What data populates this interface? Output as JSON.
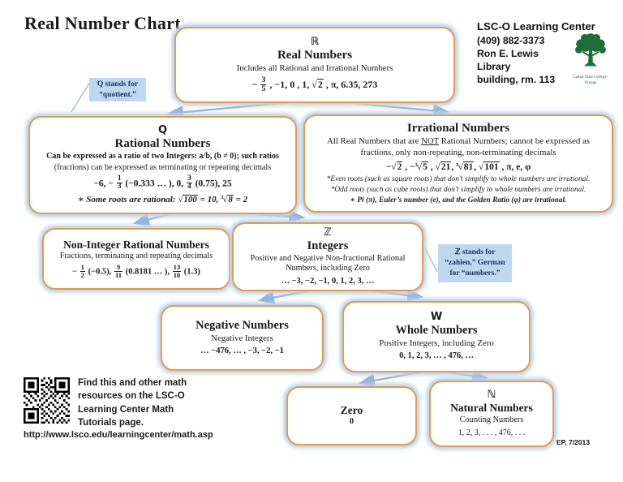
{
  "page": {
    "title": "Real Number Chart",
    "stamp": "EP, 7/2013"
  },
  "colors": {
    "box_border_orange": "#e79b4d",
    "box_glow_blue": "#b9d3ec",
    "arrow_blue": "#94b3d9",
    "callout_bg": "#bdd7ee",
    "logo_green": "#1e6e38"
  },
  "contact": {
    "name": "LSC-O Learning Center",
    "phone": "(409) 882-3373",
    "addr1": "Ron E. Lewis Library",
    "addr2": "building, rm. 113",
    "logo_caption1": "Lamar State College-",
    "logo_caption2": "Orange"
  },
  "callouts": {
    "q": {
      "lines": [
        "Q stands for",
        "“quotient.”"
      ]
    },
    "z": {
      "lines": [
        "ℤ stands for",
        "“zahlen,” German",
        "for “numbers.”"
      ]
    }
  },
  "boxes": {
    "real": {
      "symbol": "ℝ",
      "title": "Real Numbers",
      "desc": "Includes all Rational and Irrational Numbers",
      "examples": [
        {
          "t": "text",
          "v": "− "
        },
        {
          "t": "frac",
          "n": "3",
          "d": "5"
        },
        {
          "t": "text",
          "v": " , −1, 0 , 1, "
        },
        {
          "t": "root",
          "v": "2"
        },
        {
          "t": "text",
          "v": " , π, 6.35, 273"
        }
      ]
    },
    "rational": {
      "symbol": "Q",
      "title": "Rational Numbers",
      "desc_bold": "Can be expressed as a ratio of two Integers: a/b, (b ≠ 0); such ratios",
      "desc": "(fractions) can be expressed as terminating or repeating decimals",
      "examples": [
        {
          "t": "text",
          "v": "−6, − "
        },
        {
          "t": "frac",
          "n": "1",
          "d": "3"
        },
        {
          "t": "text",
          "v": " (−0.333 … ), 0, "
        },
        {
          "t": "frac",
          "n": "3",
          "d": "4"
        },
        {
          "t": "text",
          "v": " (0.75), 25"
        }
      ],
      "note": [
        {
          "t": "text",
          "v": "∗ Some roots are rational: "
        },
        {
          "t": "root",
          "v": "100"
        },
        {
          "t": "text",
          "v": " = 10, "
        },
        {
          "t": "root",
          "v": "8",
          "i": "3"
        },
        {
          "t": "text",
          "v": " = 2"
        }
      ]
    },
    "irrational": {
      "title": "Irrational Numbers",
      "desc1": [
        {
          "t": "text",
          "v": "All Real Numbers that are "
        },
        {
          "t": "u",
          "v": "NOT"
        },
        {
          "t": "text",
          "v": " Rational Numbers; cannot be expressed as"
        }
      ],
      "desc2": "fractions, only non-repeating, non-terminating decimals",
      "examples": [
        {
          "t": "text",
          "v": "−"
        },
        {
          "t": "root",
          "v": "2"
        },
        {
          "t": "text",
          "v": " ,  −"
        },
        {
          "t": "root",
          "v": "5",
          "i": "3"
        },
        {
          "t": "text",
          "v": " , "
        },
        {
          "t": "root",
          "v": "21"
        },
        {
          "t": "text",
          "v": ", "
        },
        {
          "t": "root",
          "v": "81",
          "i": "3"
        },
        {
          "t": "text",
          "v": ", "
        },
        {
          "t": "root",
          "v": "101"
        },
        {
          "t": "text",
          "v": " , π, e,  φ"
        }
      ],
      "note1": "*Even roots (such as square roots) that don’t simplify to whole numbers are irrational.",
      "note2": "*Odd roots (such as cube roots) that don’t simplify to whole numbers are irrational.",
      "note3": "∗ Pi (π),  Euler’s number (e), and the Golden Ratio (φ) are irrational."
    },
    "non_integer": {
      "title": "Non-Integer Rational Numbers",
      "desc": "Fractions, terminating and repeating decimals",
      "examples": [
        {
          "t": "text",
          "v": "− "
        },
        {
          "t": "frac",
          "n": "1",
          "d": "2"
        },
        {
          "t": "text",
          "v": " (−0.5), "
        },
        {
          "t": "frac",
          "n": "9",
          "d": "11"
        },
        {
          "t": "text",
          "v": " (0.8181 … ), "
        },
        {
          "t": "frac",
          "n": "13",
          "d": "10"
        },
        {
          "t": "text",
          "v": " (1.3)"
        }
      ]
    },
    "integers": {
      "symbol": "ℤ",
      "title": "Integers",
      "desc1": "Positive and Negative Non-fractional Rational",
      "desc2": "Numbers, including Zero",
      "examples": "… −3, −2, −1, 0, 1, 2, 3, …"
    },
    "negative": {
      "title": "Negative Numbers",
      "desc": "Negative Integers",
      "examples": "… −476, … , −3, −2, −1"
    },
    "whole": {
      "symbol": "W",
      "title": "Whole Numbers",
      "desc": "Positive Integers, including Zero",
      "examples": "0, 1, 2, 3, … , 476, …"
    },
    "zero": {
      "title": "Zero",
      "examples": "0"
    },
    "natural": {
      "symbol": "ℕ",
      "title": "Natural Numbers",
      "desc": "Counting Numbers",
      "examples": "1, 2, 3, . . . , 476, . . ."
    }
  },
  "footer": {
    "qr_caption1": "Find this and other math",
    "qr_caption2": "resources on the LSC-O",
    "qr_caption3": "Learning Center Math",
    "qr_caption4": "Tutorials page.",
    "url": "http://www.lsco.edu/learningcenter/math.asp"
  }
}
